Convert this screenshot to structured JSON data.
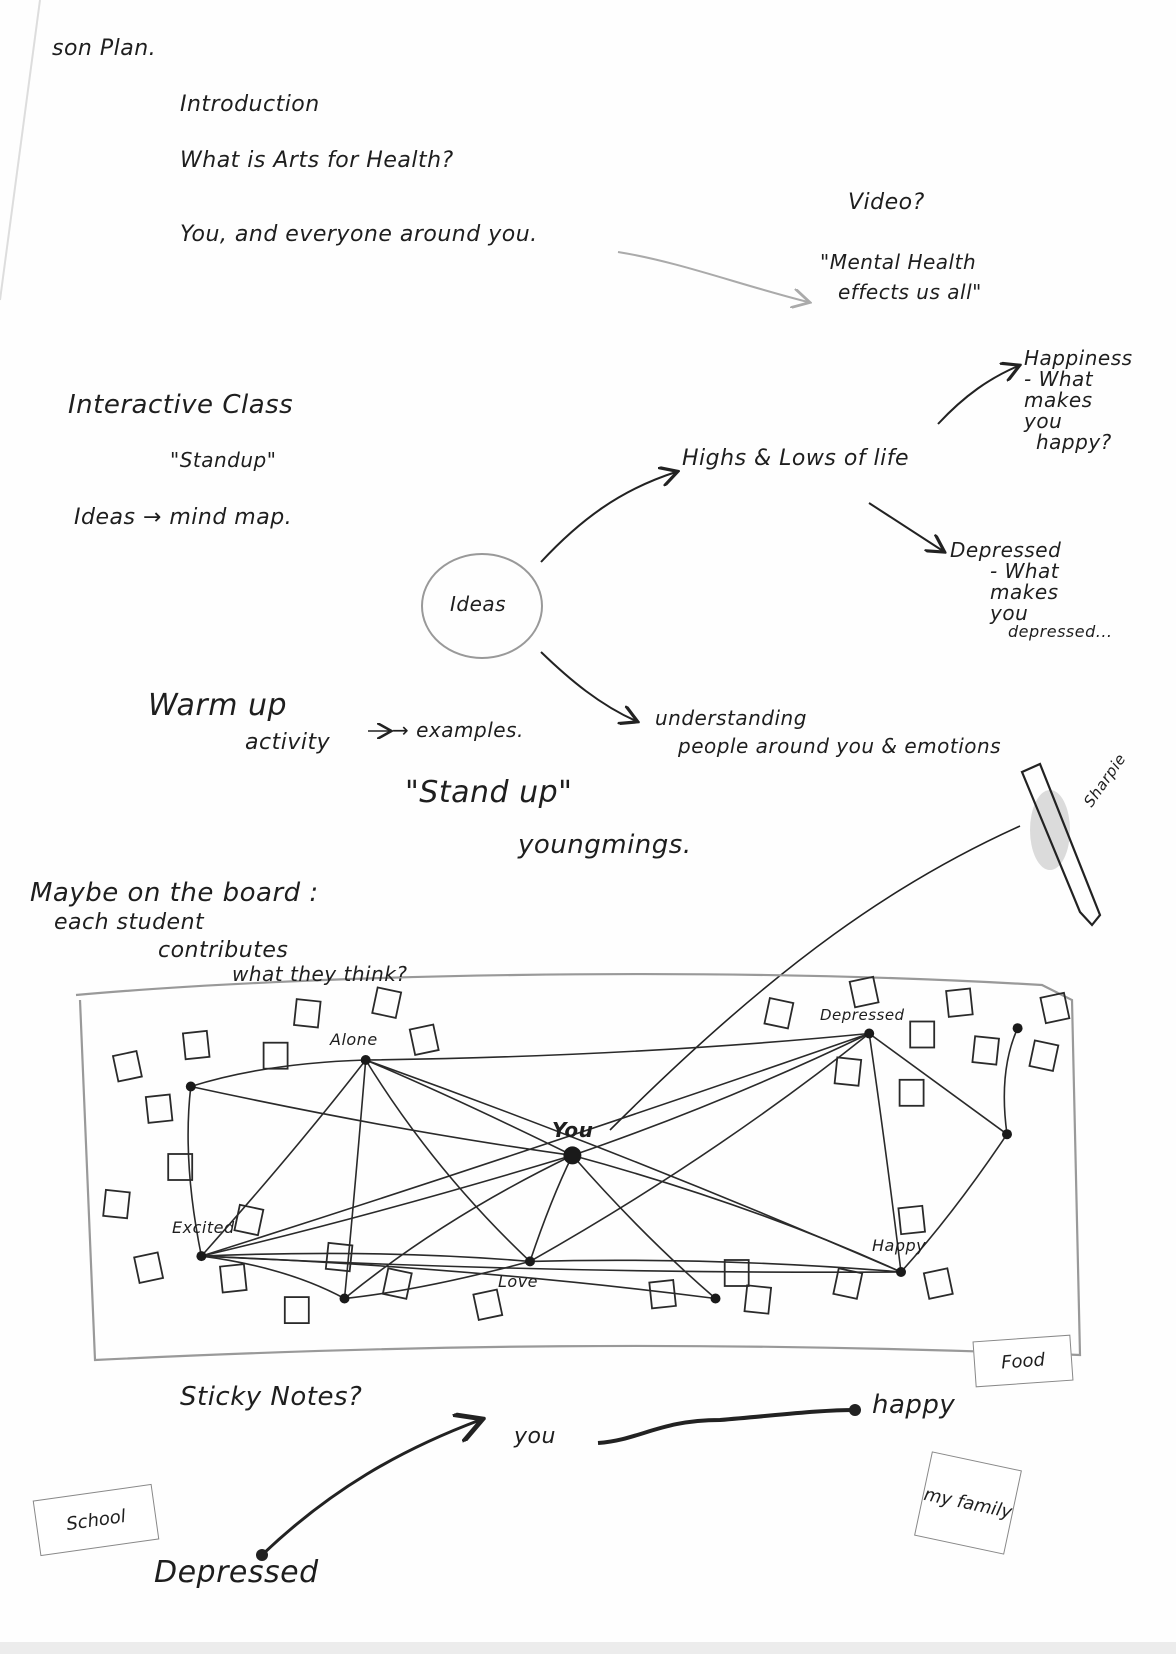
{
  "title": "son Plan.",
  "intro": {
    "heading": "Introduction",
    "question": "What is Arts for Health?",
    "theme": "You, and everyone around you."
  },
  "video": {
    "label": "Video?",
    "quote_line1": "\"Mental Health",
    "quote_line2": "effects us all\""
  },
  "interactive": {
    "heading": "Interactive Class",
    "subtitle": "\"Standup\"",
    "ideas": "Ideas → mind map."
  },
  "mindmap": {
    "center": "Ideas",
    "highs": "Highs & Lows of life",
    "happiness": [
      "Happiness",
      "- What",
      "makes",
      "you",
      "happy?"
    ],
    "depressed": [
      "Depressed",
      "- What",
      "makes",
      "you",
      "depressed..."
    ],
    "understanding_line1": "understanding",
    "understanding_line2": "people around you & emotions"
  },
  "warmup": {
    "line1": "Warm up",
    "line2": "activity",
    "examples": "→ examples.",
    "standup": "\"Stand up\"",
    "youngmings": "youngmings."
  },
  "sharpie_label": "Sharpie",
  "board_note": [
    "Maybe on the board :",
    "each student",
    "contributes",
    "what they think?"
  ],
  "board": {
    "alone": "Alone",
    "you": "You",
    "depressed": "Depressed",
    "happy": "Happy",
    "excited": "Excited",
    "love": "Love",
    "food": "Food"
  },
  "bottom": {
    "sticky_notes": "Sticky Notes?",
    "you": "you",
    "happy": "happy",
    "school": "School",
    "family": "my family",
    "depressed": "Depressed"
  }
}
